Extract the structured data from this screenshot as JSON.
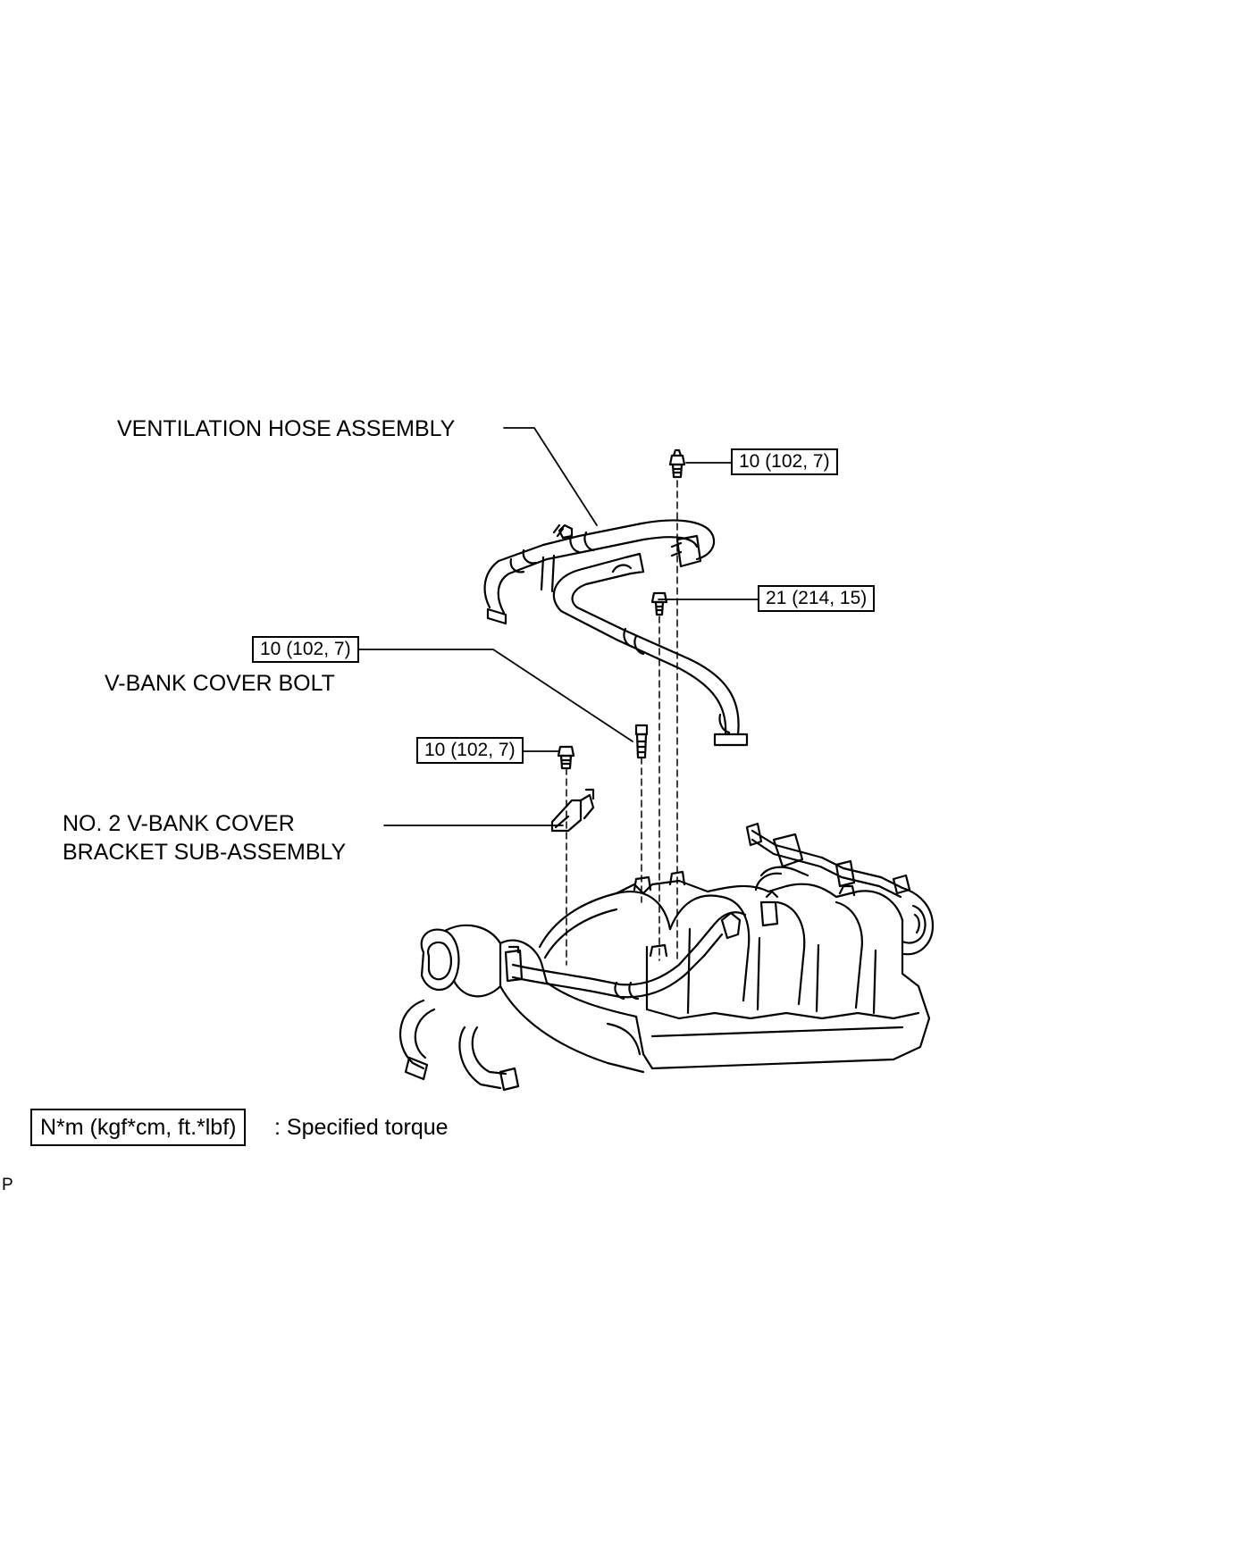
{
  "labels": {
    "ventilation_hose": "VENTILATION HOSE ASSEMBLY",
    "vbank_cover_bolt": "V-BANK COVER BOLT",
    "bracket_line1": "NO. 2 V-BANK COVER",
    "bracket_line2": "BRACKET SUB-ASSEMBLY"
  },
  "torque_boxes": {
    "top_right": "10 (102, 7)",
    "middle_right": "21 (214, 15)",
    "left_upper": "10 (102, 7)",
    "left_lower": "10 (102, 7)"
  },
  "legend": {
    "unit": "N*m (kgf*cm, ft.*lbf)",
    "text": ": Specified torque"
  },
  "footer_code": "P"
}
